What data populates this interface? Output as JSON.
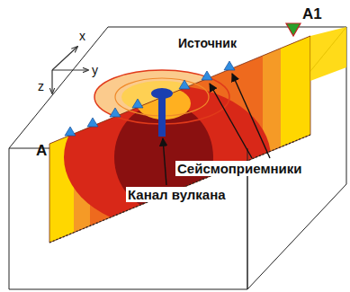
{
  "diagram": {
    "labels": [
      "x",
      "y",
      "z",
      "A1",
      "Источник",
      "A",
      "Сейсмоприемники",
      "Канал вулкана"
    ]
  }
}
